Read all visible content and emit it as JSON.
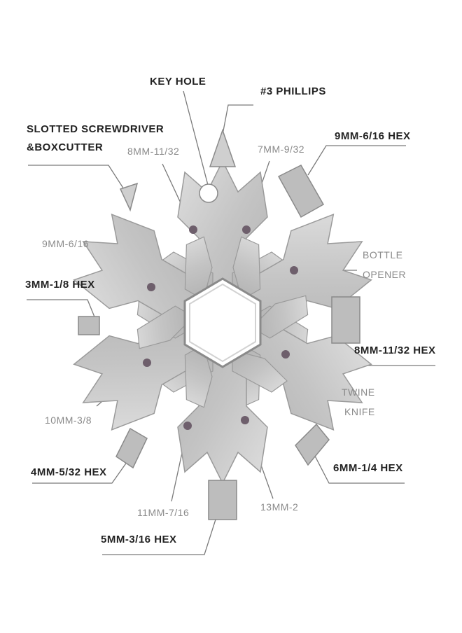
{
  "colors": {
    "tool": "#c9c9c9",
    "tool_dark": "#9a9a9a",
    "tool_light": "#e4e4e4",
    "dot": "#6e5f6c",
    "leader": "#7a7a7a",
    "bold_text": "#222222",
    "light_text": "#8a8a8a"
  },
  "labels": {
    "key_hole": "KEY  HOLE",
    "phillips": "#3 PHILLIPS",
    "slotted_line1": "SLOTTED SCREWDRIVER",
    "slotted_line2": "&BOXCUTTER",
    "hex_9mm_top": "9MM-6/16 HEX",
    "mm8_inner": "8MM-11/32",
    "mm7_inner": "7MM-9/32",
    "mm9_inner": "9MM-6/16",
    "bottle_line1": "BOTTLE",
    "bottle_line2": "OPENER",
    "hex_3mm": "3MM-1/8  HEX",
    "hex_8mm": "8MM-11/32 HEX",
    "mm10_inner": "10MM-3/8",
    "twine_line1": "TWINE",
    "twine_line2": "KNIFE",
    "hex_4mm": "4MM-5/32  HEX",
    "hex_6mm": "6MM-1/4  HEX",
    "mm11_inner": "11MM-7/16",
    "mm13_inner": "13MM-2",
    "hex_5mm": "5MM-3/16  HEX"
  }
}
